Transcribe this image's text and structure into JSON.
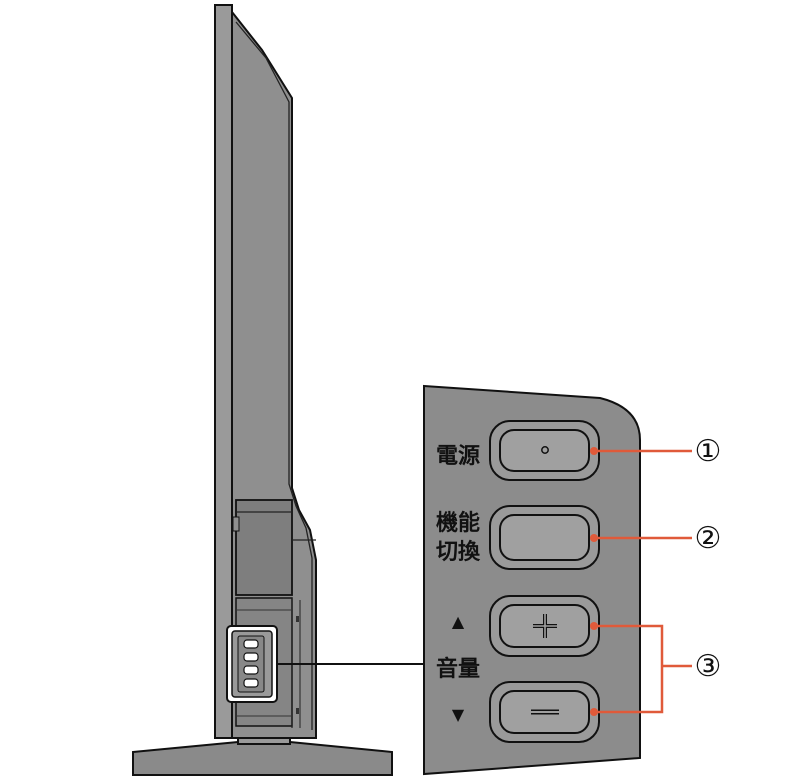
{
  "panel": {
    "power_label": "電源",
    "function_label_line1": "機能",
    "function_label_line2": "切換",
    "volume_label": "音量",
    "volume_up_symbol": "▲",
    "volume_down_symbol": "▼",
    "power_button_symbol": "○",
    "plus_symbol": "+",
    "minus_symbol": "−"
  },
  "callouts": {
    "c1": "①",
    "c2": "②",
    "c3": "③"
  },
  "colors": {
    "body_fill": "#8f8f8f",
    "panel_fill": "#8c8c8c",
    "outline": "#111111",
    "callout_line": "#e05a3a",
    "stand_fill": "#8a8a8a"
  }
}
